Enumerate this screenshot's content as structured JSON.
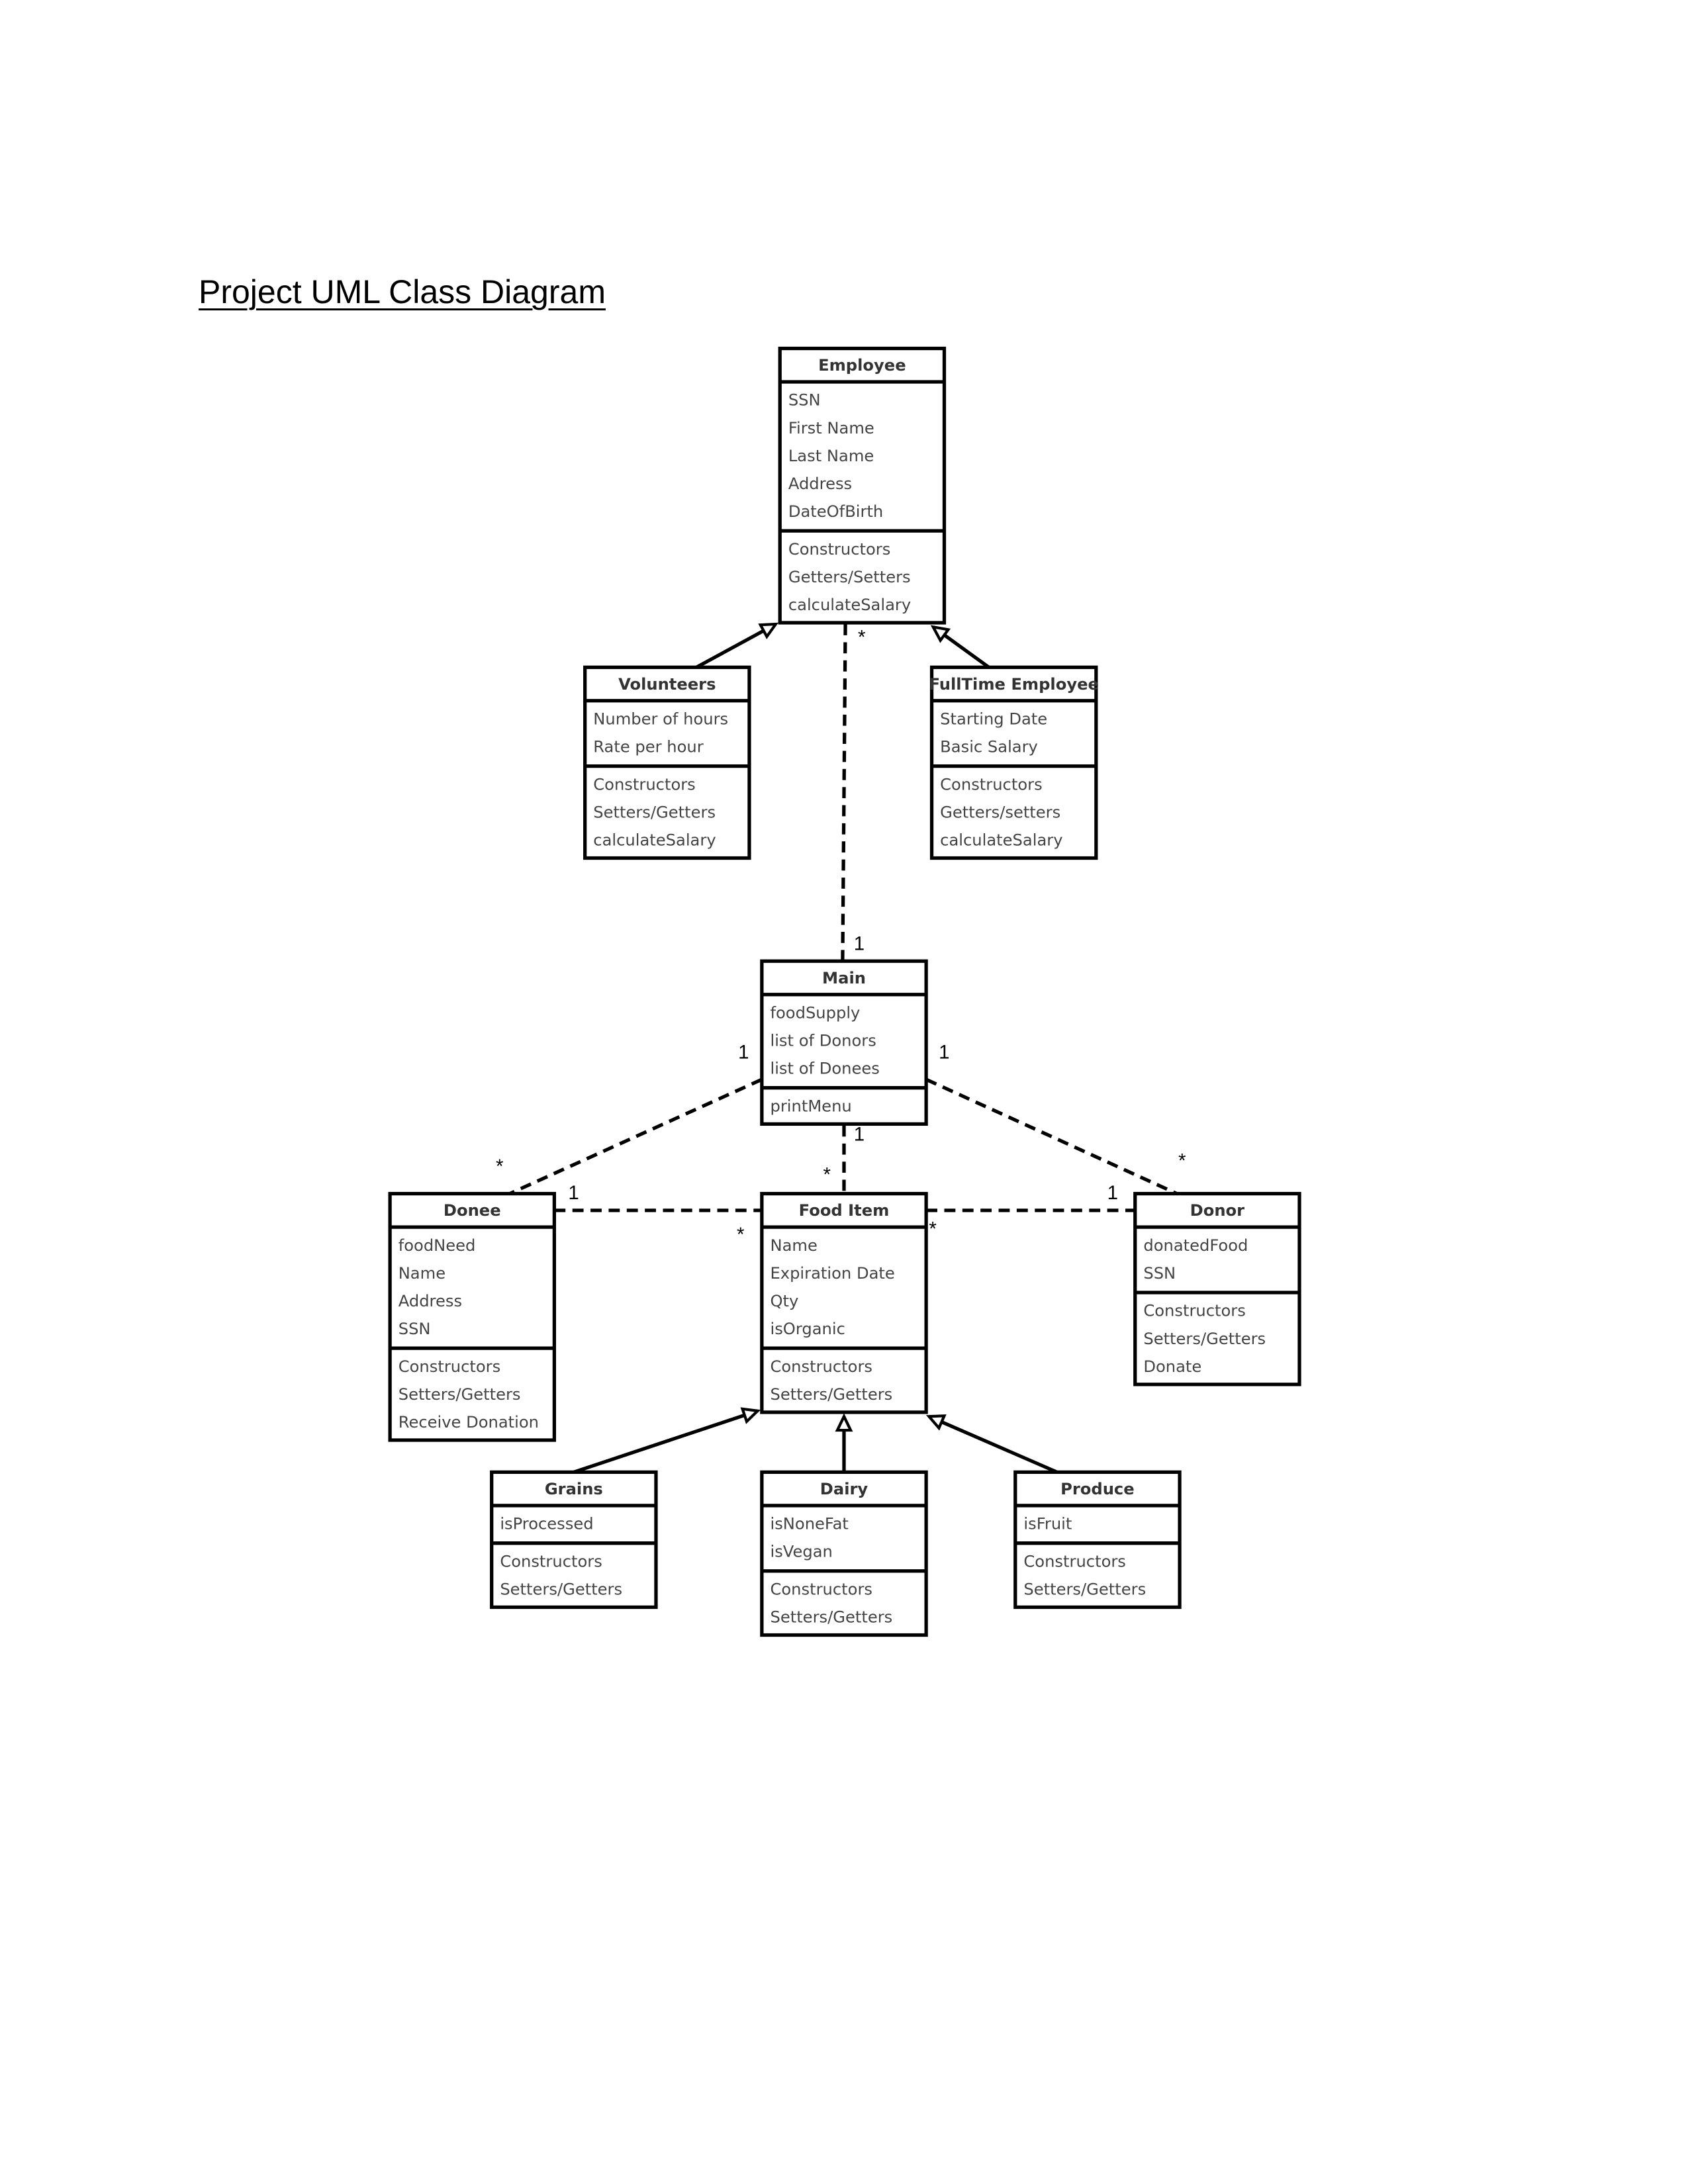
{
  "title": "Project UML Class Diagram",
  "classes": [
    {
      "id": "employee",
      "name": "Employee",
      "attributes": [
        "SSN",
        "First Name",
        "Last Name",
        "Address",
        "DateOfBirth"
      ],
      "methods": [
        "Constructors",
        "Getters/Setters",
        "calculateSalary"
      ]
    },
    {
      "id": "volunteers",
      "name": "Volunteers",
      "attributes": [
        "Number of hours",
        "Rate per hour"
      ],
      "methods": [
        "Constructors",
        "Setters/Getters",
        "calculateSalary"
      ]
    },
    {
      "id": "fulltime-employee",
      "name": "FullTime Employee",
      "attributes": [
        "Starting Date",
        "Basic Salary"
      ],
      "methods": [
        "Constructors",
        "Getters/setters",
        "calculateSalary"
      ]
    },
    {
      "id": "main",
      "name": "Main",
      "attributes": [
        "foodSupply",
        "list of Donors",
        "list of Donees"
      ],
      "methods": [
        "printMenu"
      ]
    },
    {
      "id": "donee",
      "name": "Donee",
      "attributes": [
        "foodNeed",
        "Name",
        "Address",
        "SSN"
      ],
      "methods": [
        "Constructors",
        "Setters/Getters",
        "Receive Donation"
      ]
    },
    {
      "id": "food-item",
      "name": "Food Item",
      "attributes": [
        "Name",
        "Expiration Date",
        "Qty",
        "isOrganic"
      ],
      "methods": [
        "Constructors",
        "Setters/Getters"
      ]
    },
    {
      "id": "donor",
      "name": "Donor",
      "attributes": [
        "donatedFood",
        "SSN"
      ],
      "methods": [
        "Constructors",
        "Setters/Getters",
        "Donate"
      ]
    },
    {
      "id": "grains",
      "name": "Grains",
      "attributes": [
        "isProcessed"
      ],
      "methods": [
        "Constructors",
        "Setters/Getters"
      ]
    },
    {
      "id": "dairy",
      "name": "Dairy",
      "attributes": [
        "isNoneFat",
        "isVegan"
      ],
      "methods": [
        "Constructors",
        "Setters/Getters"
      ]
    },
    {
      "id": "produce",
      "name": "Produce",
      "attributes": [
        "isFruit"
      ],
      "methods": [
        "Constructors",
        "Setters/Getters"
      ]
    }
  ],
  "multiplicities": [
    "*",
    "1",
    "1",
    "1",
    "1",
    "*",
    "*",
    "1",
    "*",
    "*",
    "1",
    "*"
  ]
}
